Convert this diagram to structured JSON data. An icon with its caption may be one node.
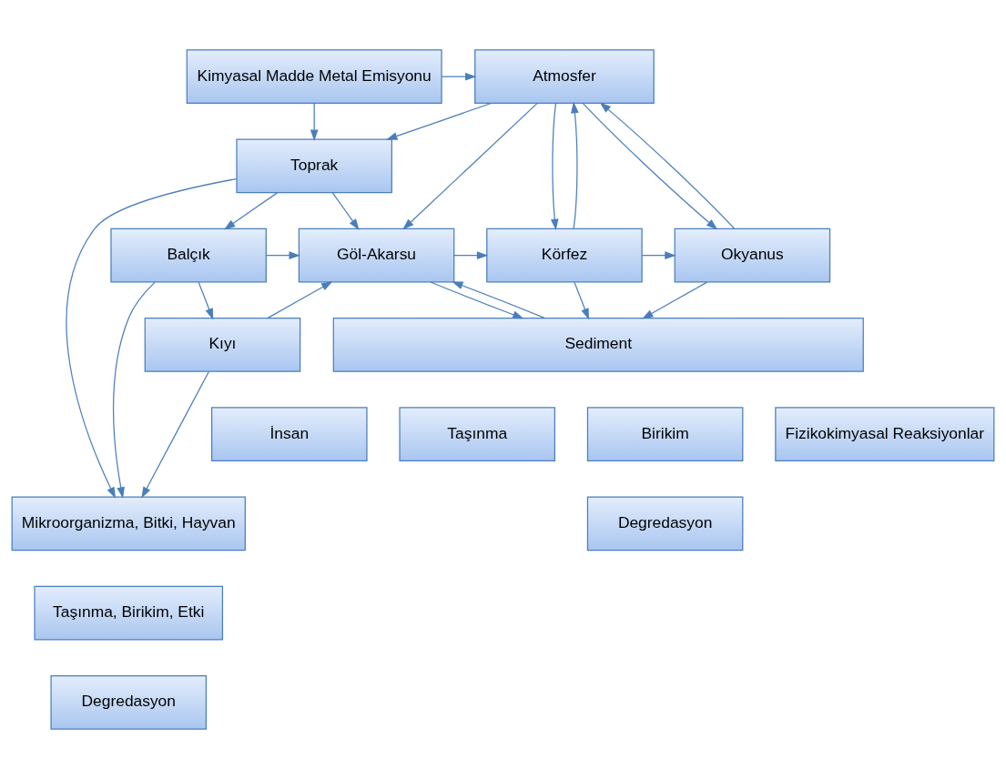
{
  "diagram": {
    "nodes": [
      {
        "text": [
          "Kimyasal Madde Metal Emisyonu"
        ]
      },
      {
        "text": [
          "Atmosfer"
        ]
      },
      {
        "text": [
          "Toprak"
        ]
      },
      {
        "text": [
          "Balçık"
        ]
      },
      {
        "text": [
          "Kıyı"
        ]
      },
      {
        "text": [
          "Göl-Akarsu"
        ]
      },
      {
        "text": [
          "Körfez"
        ]
      },
      {
        "text": [
          "Okyanus"
        ]
      },
      {
        "text": [
          "Sediment"
        ]
      },
      {
        "text": [
          "Taşınma"
        ]
      },
      {
        "text": [
          "Birikim"
        ]
      },
      {
        "text": [
          "Fizikokimyasal Reaksiyonlar"
        ]
      },
      {
        "text": [
          "Degredasyon"
        ]
      },
      {
        "text": [
          "İnsan"
        ]
      },
      {
        "text": [
          "Mikroorganizma, Bitki, Hayvan"
        ]
      },
      {
        "text": [
          "Taşınma, Birikim, Etki"
        ]
      },
      {
        "text": [
          "Degredasyon"
        ]
      }
    ],
    "edges": [
      {
        "from": 0,
        "to": 1,
        "arrow": "to"
      },
      {
        "from": 0,
        "to": 2,
        "arrow": "to"
      },
      {
        "from": 1,
        "to": 2,
        "arrow": "to"
      },
      {
        "from": 1,
        "to": 5,
        "arrow": "to"
      },
      {
        "from": 6,
        "to": 1,
        "arrow": "to"
      },
      {
        "from": 1,
        "to": 6,
        "arrow": "to"
      },
      {
        "from": 7,
        "to": 1,
        "arrow": "to"
      },
      {
        "from": 1,
        "to": 7,
        "arrow": "to"
      },
      {
        "from": 2,
        "to": 3,
        "arrow": "to"
      },
      {
        "from": 3,
        "to": 4,
        "arrow": "to"
      },
      {
        "from": 2,
        "to": 5,
        "arrow": "to"
      },
      {
        "from": 3,
        "to": 5,
        "arrow": "to"
      },
      {
        "from": 4,
        "to": 5,
        "arrow": "to"
      },
      {
        "from": 5,
        "to": 6,
        "arrow": "to"
      },
      {
        "from": 6,
        "to": 7,
        "arrow": "to"
      },
      {
        "from": 5,
        "to": 8,
        "arrow": "to"
      },
      {
        "from": 8,
        "to": 5,
        "arrow": "to"
      },
      {
        "from": 6,
        "to": 8,
        "arrow": "to"
      },
      {
        "from": 7,
        "to": 8,
        "arrow": "to"
      },
      {
        "from": 2,
        "to": 14,
        "arrow": "to"
      },
      {
        "from": 3,
        "to": 14,
        "arrow": "to"
      },
      {
        "from": 4,
        "to": 14,
        "arrow": "to"
      }
    ]
  }
}
